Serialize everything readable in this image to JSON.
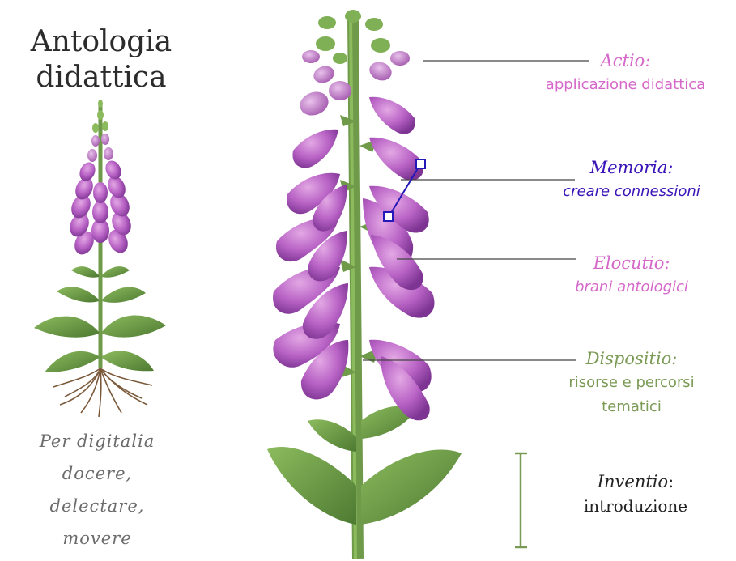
{
  "title": {
    "line1": "Antologia",
    "line2": "didattica"
  },
  "motto": {
    "line1": "Per digitalia",
    "line2": "docere,",
    "line3": "delectare,",
    "line4": "movere"
  },
  "stages": {
    "actio": {
      "title": "Actio:",
      "subtitle": "applicazione didattica",
      "color": "#d568c8"
    },
    "memoria": {
      "title": "Memoria:",
      "subtitle": "creare connessioni",
      "color": "#3b14b8"
    },
    "elocutio": {
      "title": "Elocutio:",
      "subtitle": "brani antologici",
      "color": "#d568c8"
    },
    "dispositio": {
      "title": "Dispositio:",
      "subtitle_line1": "risorse e percorsi",
      "subtitle_line2": "tematici",
      "color": "#7a9a55"
    },
    "inventio": {
      "title": "Inventio",
      "title_punct": ":",
      "subtitle": "introduzione",
      "color": "#222222"
    }
  },
  "icons": {
    "main_plant": "foxglove-illustration",
    "small_plant": "foxglove-with-roots-illustration"
  },
  "colors": {
    "flower": "#b860c4",
    "stem": "#6f9a4a",
    "leaf": "#5f8f3e",
    "root": "#7a5a3a"
  }
}
